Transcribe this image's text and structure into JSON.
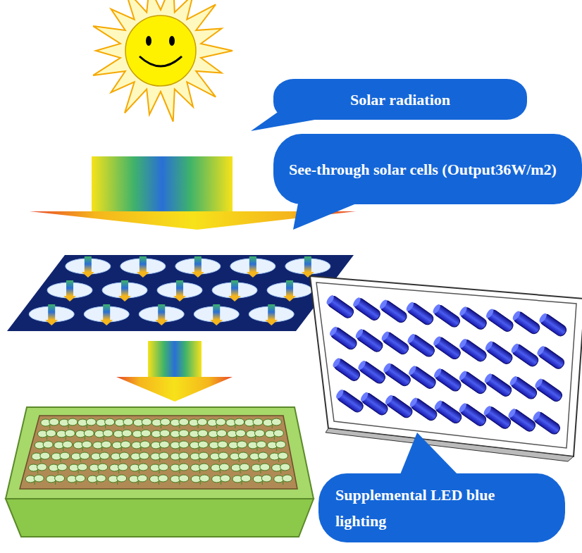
{
  "diagram": {
    "nodes": [
      {
        "text": [
          "Solar radiation"
        ]
      },
      {
        "text": [
          "See-through solar cells (Output36W/m2)"
        ]
      },
      {
        "text": [
          "Supplemental LED blue lighting"
        ]
      }
    ]
  }
}
